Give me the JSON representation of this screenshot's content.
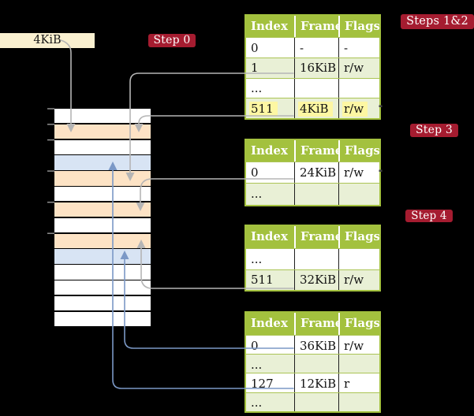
{
  "frame_label": {
    "text": "4KiB"
  },
  "badges": [
    {
      "label": "Step 0"
    },
    {
      "label": "Steps 1&2"
    },
    {
      "label": "Step 3"
    },
    {
      "label": "Step 4"
    }
  ],
  "colors": {
    "background": "#000000",
    "badge_bg": "#a51c30",
    "frame_label_bg": "#faf0d0",
    "table_header_bg": "#a3c13e",
    "table_border": "#a3c13e",
    "table_row_bg": "#ffffff",
    "table_row_alt_bg": "#e9f0d6",
    "highlight_bg": "#fdf7a3",
    "mem_white": "#ffffff",
    "mem_orange": "#fde3c5",
    "mem_blue": "#d8e4f4",
    "line_gray": "#b5b5b5",
    "line_blue": "#7b98c6",
    "tick_gray": "#8f8f8f"
  },
  "memory": {
    "cells": [
      "white",
      "orange",
      "white",
      "blue",
      "orange",
      "white",
      "orange",
      "white",
      "orange",
      "blue",
      "white",
      "white",
      "white",
      "white"
    ]
  },
  "tables": [
    {
      "name": "page-table-steps-1-2",
      "headers": [
        "Index",
        "Frame",
        "Flags"
      ],
      "rows": [
        [
          "0",
          "-",
          "-"
        ],
        [
          "1",
          "16KiB",
          "r/w"
        ],
        [
          "...",
          "",
          ""
        ],
        [
          "511",
          "4KiB",
          "r/w"
        ]
      ],
      "highlight_row": 3
    },
    {
      "name": "page-table-step-3",
      "headers": [
        "Index",
        "Frame",
        "Flags"
      ],
      "rows": [
        [
          "0",
          "24KiB",
          "r/w"
        ],
        [
          "...",
          "",
          ""
        ]
      ],
      "highlight_row": -1
    },
    {
      "name": "page-table-step-4-upper",
      "headers": [
        "Index",
        "Frame",
        "Flags"
      ],
      "rows": [
        [
          "...",
          "",
          ""
        ],
        [
          "511",
          "32KiB",
          "r/w"
        ]
      ],
      "highlight_row": -1
    },
    {
      "name": "page-table-step-4-lower",
      "headers": [
        "Index",
        "Frame",
        "Flags"
      ],
      "rows": [
        [
          "0",
          "36KiB",
          "r/w"
        ],
        [
          "...",
          "",
          ""
        ],
        [
          "127",
          "12KiB",
          "r"
        ],
        [
          "...",
          "",
          ""
        ]
      ],
      "highlight_row": -1
    }
  ]
}
